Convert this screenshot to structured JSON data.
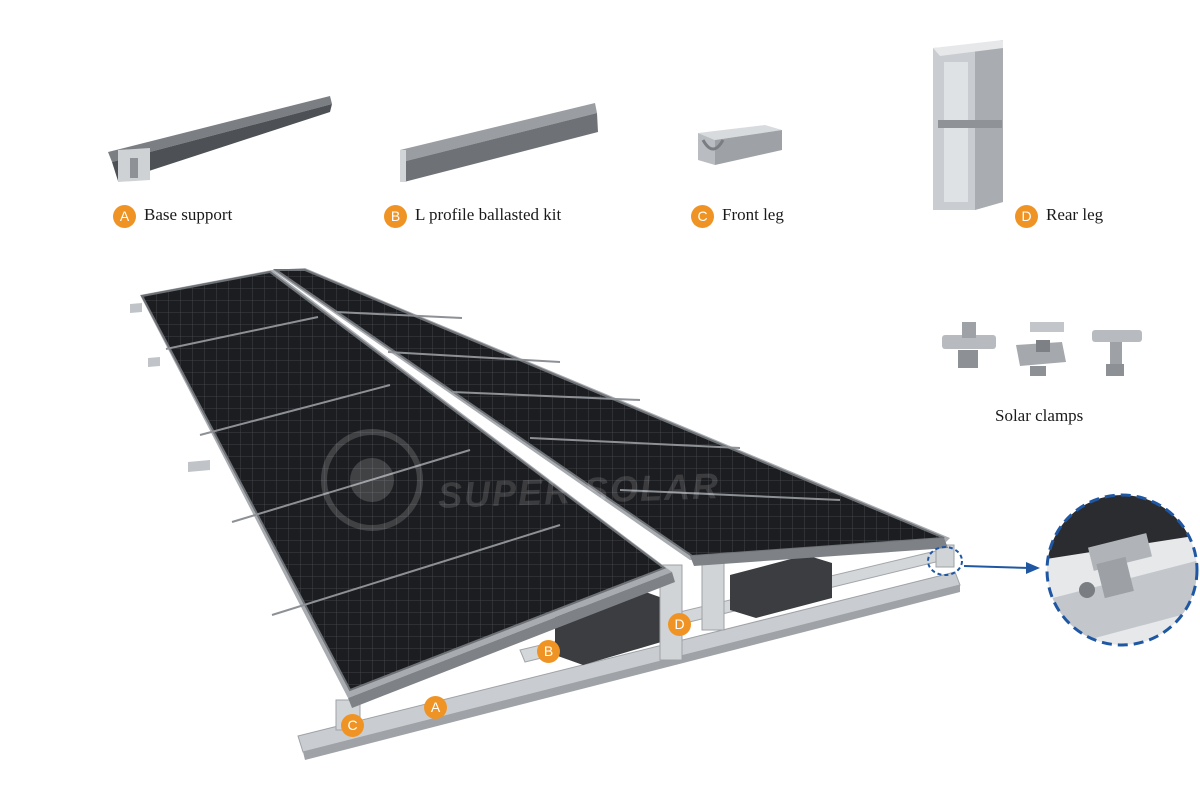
{
  "components": [
    {
      "letter": "A",
      "label": "Base support"
    },
    {
      "letter": "B",
      "label": "L profile ballasted kit"
    },
    {
      "letter": "C",
      "label": "Front leg"
    },
    {
      "letter": "D",
      "label": "Rear leg"
    }
  ],
  "clamps_label": "Solar clamps",
  "watermark": "SUPER SOLAR",
  "callouts": {
    "a": "A",
    "b": "B",
    "c": "C",
    "d": "D"
  },
  "colors": {
    "badge": "#ef9424",
    "panel": "#1b1c1e",
    "rail": "#c9cdd1",
    "callout_ring": "#1f57a3"
  }
}
